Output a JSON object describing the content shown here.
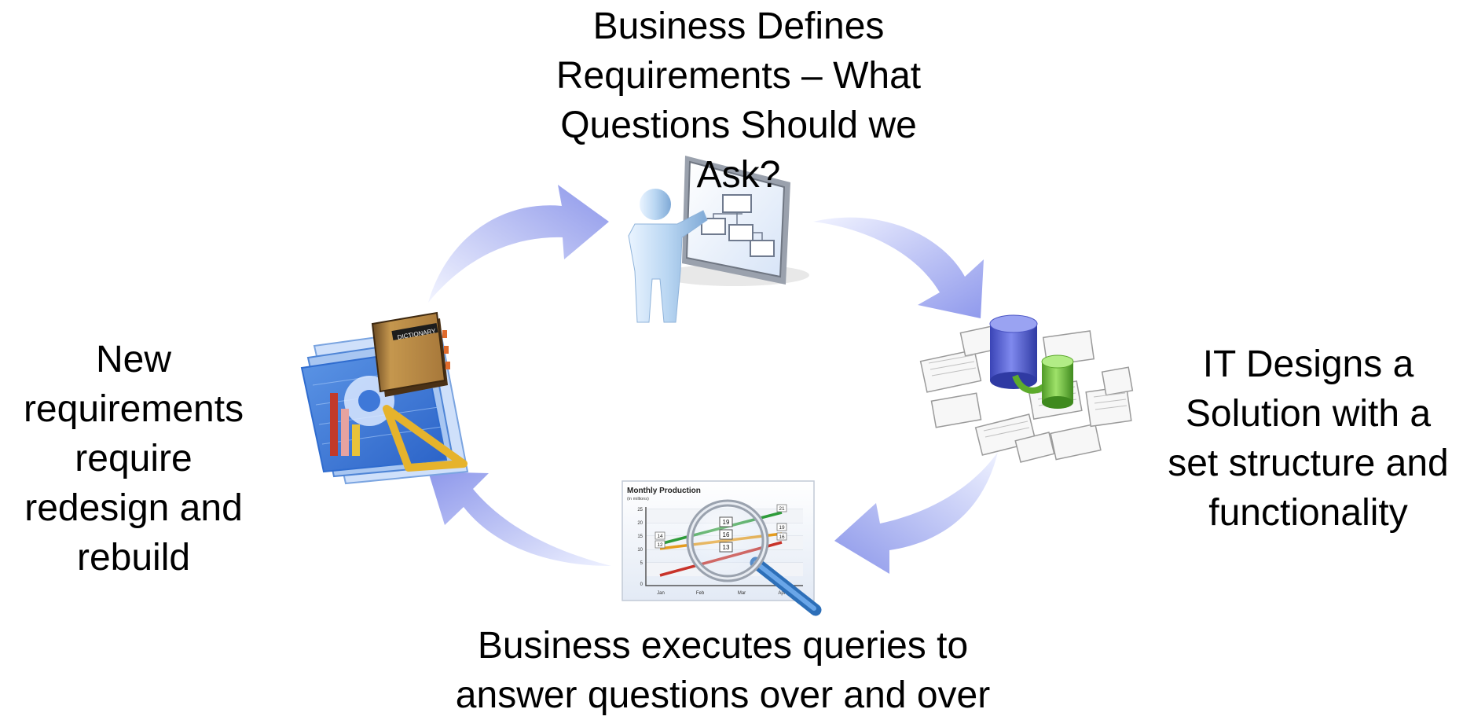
{
  "steps": {
    "top": {
      "lines": [
        "Business Defines",
        "Requirements – What",
        "Questions Should we",
        "Ask?"
      ]
    },
    "right": {
      "lines": [
        "IT Designs a",
        "Solution with a",
        "set structure and",
        "functionality"
      ]
    },
    "bottom": {
      "lines": [
        "Business executes queries to",
        "answer questions over and over"
      ]
    },
    "left": {
      "lines": [
        "New",
        "requirements",
        "require",
        "redesign and",
        "rebuild"
      ]
    }
  },
  "icons": {
    "presenter": "presenter-whiteboard-icon",
    "database": "database-schema-icon",
    "chart": "chart-magnifier-icon",
    "blueprint": "blueprint-dictionary-icon"
  },
  "dictionary_label": "DICTIONARY",
  "chart_icon": {
    "title": "Monthly Production",
    "subtitle": "(in millions)",
    "y_ticks": [
      "25",
      "20",
      "15",
      "10",
      "5",
      "0"
    ],
    "x_ticks": [
      "Jan",
      "Feb",
      "Mar",
      "Apr"
    ],
    "callouts": [
      "19",
      "16",
      "13",
      "14",
      "12",
      "21",
      "19",
      "16"
    ]
  },
  "colors": {
    "arrow_light": "#e4e8fb",
    "arrow_dark": "#8f99ec",
    "cylinder_blue": "#4a55c8",
    "cylinder_green": "#6cbf3a"
  }
}
